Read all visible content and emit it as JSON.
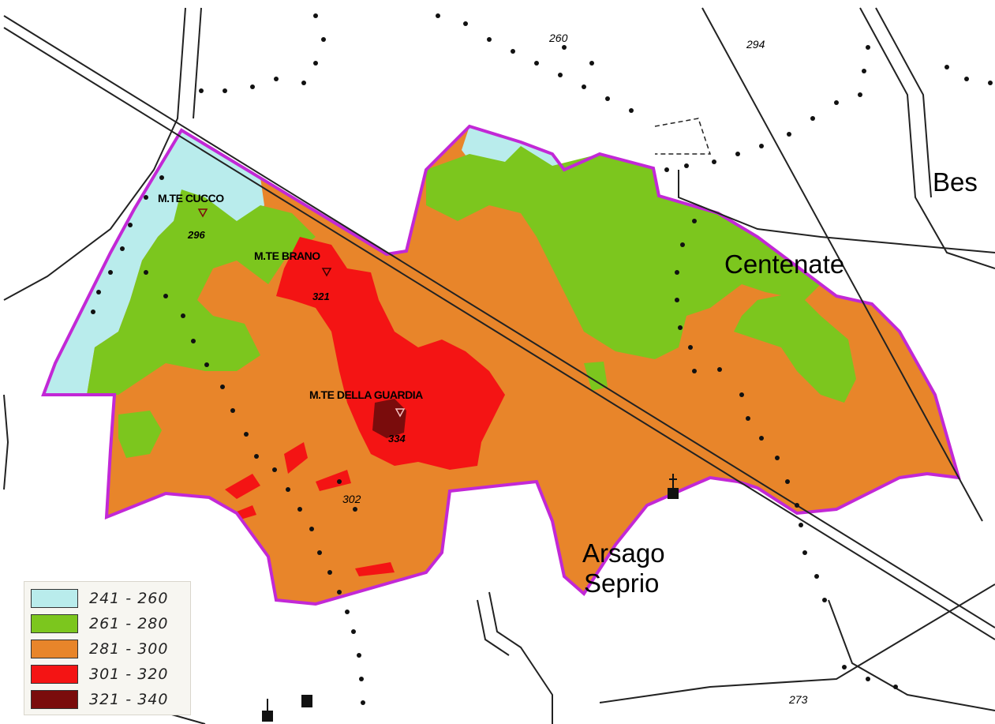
{
  "legend": {
    "items": [
      {
        "label": "241 - 260",
        "color": "#b9ecec"
      },
      {
        "label": "261 - 280",
        "color": "#7cc61e"
      },
      {
        "label": "281 - 300",
        "color": "#e8852a"
      },
      {
        "label": "301 - 320",
        "color": "#f41414"
      },
      {
        "label": "321 - 340",
        "color": "#7a0c0c"
      }
    ]
  },
  "places": {
    "peak_cucco": "M.TE CUCCO",
    "peak_cucco_elev": "296",
    "peak_brano": "M.TE BRANO",
    "peak_brano_elev": "321",
    "peak_guardia": "M.TE DELLA GUARDIA",
    "peak_guardia_elev": "334",
    "spot_302": "302",
    "centenate": "Centenate",
    "arsago": "Arsago",
    "seprio": "Seprio",
    "besnate_partial": "Bes",
    "spot_260": "260",
    "spot_294": "294",
    "spot_273": "273"
  },
  "colors": {
    "boundary": "#c228d6",
    "road": "#222222"
  }
}
